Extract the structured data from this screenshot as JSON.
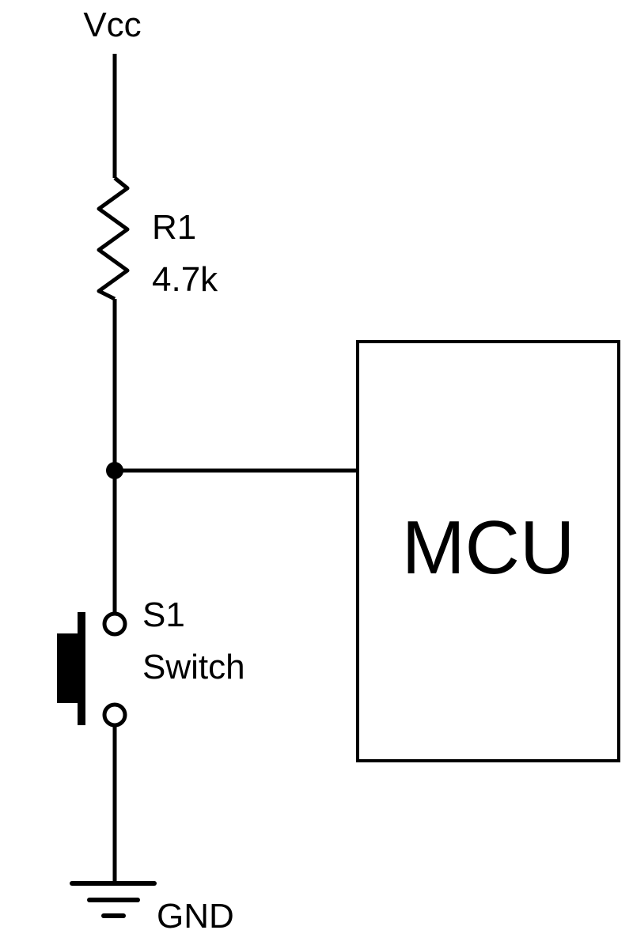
{
  "supply": {
    "label": "Vcc"
  },
  "resistor": {
    "ref": "R1",
    "value": "4.7k"
  },
  "mcu": {
    "label": "MCU"
  },
  "switch": {
    "ref": "S1",
    "name": "Switch"
  },
  "ground": {
    "label": "GND"
  },
  "colors": {
    "ink": "#000000",
    "background": "#ffffff"
  }
}
